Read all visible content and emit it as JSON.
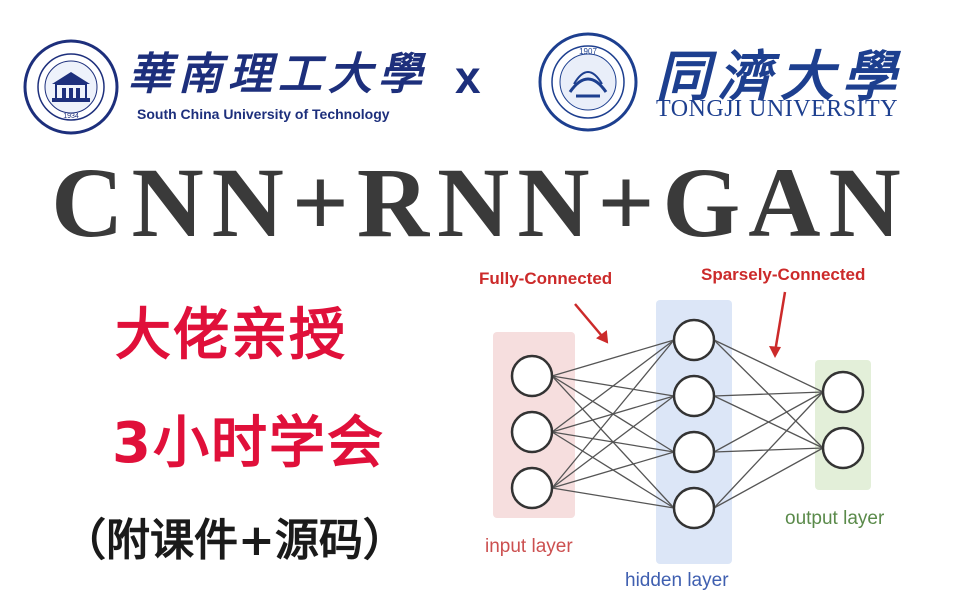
{
  "header": {
    "left_logo": {
      "name_cn": "華南理工大學",
      "name_en": "South China University of Technology",
      "seal_year": "1934"
    },
    "separator": "x",
    "right_logo": {
      "name_cn": "同濟大學",
      "name_en": "TONGJI UNIVERSITY",
      "seal_year": "1907"
    }
  },
  "title": "CNN+RNN+GAN",
  "tagline": "大佬亲授",
  "subline": "3小时学会",
  "extras": "（附课件+源码）",
  "diagram": {
    "annotations": {
      "fully_connected": "Fully-Connected",
      "sparsely_connected": "Sparsely-Connected"
    },
    "layers": {
      "input": "input layer",
      "hidden": "hidden layer",
      "output": "output layer"
    },
    "colors": {
      "input_bg": "#f6dede",
      "hidden_bg": "#dce6f7",
      "output_bg": "#e3efd9",
      "annotation_red": "#cc2a2a",
      "edge": "#555555"
    }
  },
  "colors": {
    "brand_blue": "#1d2f7c",
    "accent_red": "#e0103a",
    "title_gray": "#3a3a3a"
  }
}
